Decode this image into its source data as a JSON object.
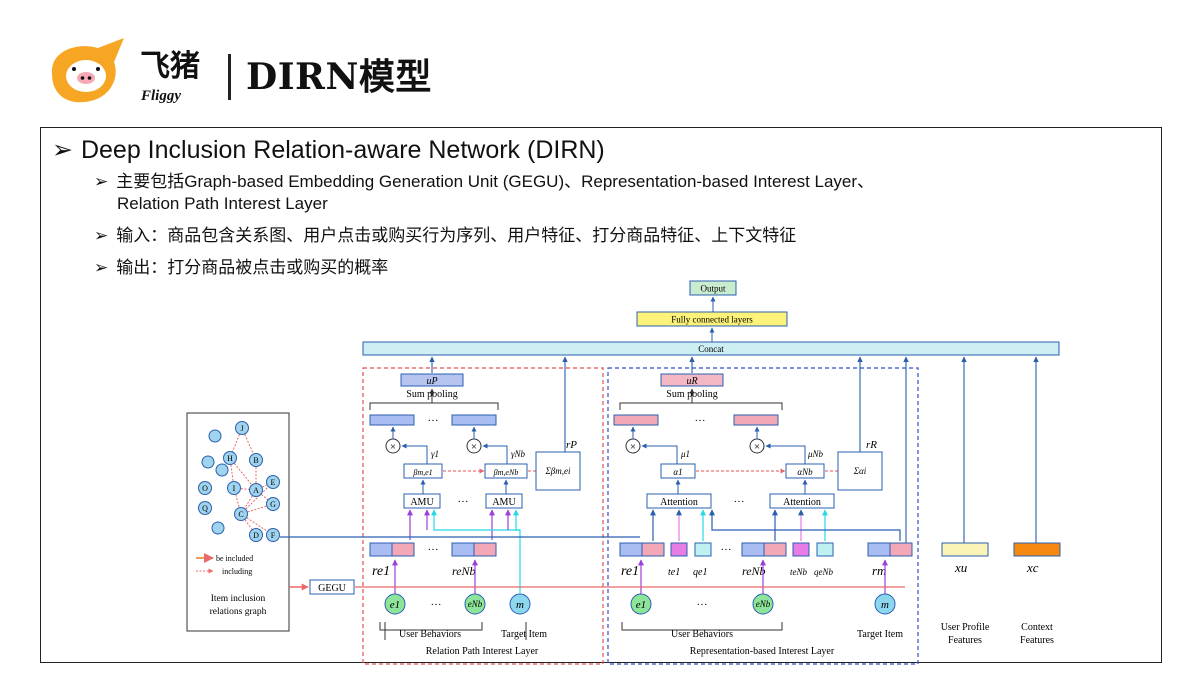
{
  "header": {
    "logo_cn": "飞猪",
    "logo_en": "Fliggy",
    "title": "DIRN模型"
  },
  "bullets": {
    "main": "Deep Inclusion Relation-aware Network (DIRN)",
    "sub": [
      "主要包括Graph-based Embedding Generation Unit (GEGU)、Representation-based Interest Layer、",
      "Relation Path Interest Layer",
      "输入：商品包含关系图、用户点击或购买行为序列、用户特征、打分商品特征、上下文特征",
      "输出：打分商品被点击或购买的概率"
    ]
  },
  "diagram": {
    "output": "Output",
    "fc": "Fully connected layers",
    "concat": "Concat",
    "u_p": "uP",
    "u_r": "uR",
    "sum_pooling": "Sum pooling",
    "dots": "···",
    "amu": "AMU",
    "attention": "Attention",
    "r_p": "rP",
    "r_r": "rR",
    "gegu": "GEGU",
    "graph_caption": [
      "Item inclusion",
      "relations graph"
    ],
    "legend_included": "be included",
    "legend_including": "including",
    "graph_nodes": [
      "J",
      "H",
      "B",
      "I",
      "A",
      "E",
      "O",
      "G",
      "Q",
      "C",
      "D",
      "F"
    ],
    "user_behaviors": "User Behaviors",
    "target_item": "Target Item",
    "relation_layer": "Relation Path Interest Layer",
    "representation_layer": "Representation-based Interest Layer",
    "user_profile": [
      "User Profile",
      "Features"
    ],
    "context": [
      "Context",
      "Features"
    ],
    "sym": {
      "e1": "e1",
      "eN": "eNb",
      "m": "m",
      "re1": "re1",
      "reN": "reNb",
      "rm": "rm",
      "te1": "te1",
      "qe1": "qe1",
      "teN": "teNb",
      "qeN": "qeNb",
      "xu": "xu",
      "xc": "xc",
      "gamma1": "γ1",
      "gammaN": "γNb",
      "beta1": "βm,e1",
      "betaN": "βm,eNb",
      "alpha1": "α1",
      "alphaN": "αNb",
      "mu1": "μ1",
      "muN": "μNb",
      "sumbeta": "Σβm,ei",
      "sumalpha": "Σαi"
    }
  },
  "colors": {
    "logo_orange": "#f6a623",
    "pig_pink": "#f7a9b6",
    "concat_fill": "#cdeef2",
    "fc_fill": "#fdf37a",
    "output_fill": "#c9eccf",
    "up_fill": "#b7c4ef",
    "ur_fill": "#f3b8c4",
    "blue_vec": "#a9bdf2",
    "pink_vec": "#f3a8b8",
    "magenta_vec": "#e87ce6",
    "cyan_vec": "#bff1f2",
    "xu_fill": "#fbf4b8",
    "xc_fill": "#f5890f",
    "emb_circle": "#8ee59a",
    "target_circle": "#8cd7ee",
    "red_dash": "#e35050",
    "blue_dash": "#2f4fd0",
    "purple_line": "#9b3fd6",
    "cyan_line": "#28d8e8",
    "red_line": "#e86a6a"
  }
}
